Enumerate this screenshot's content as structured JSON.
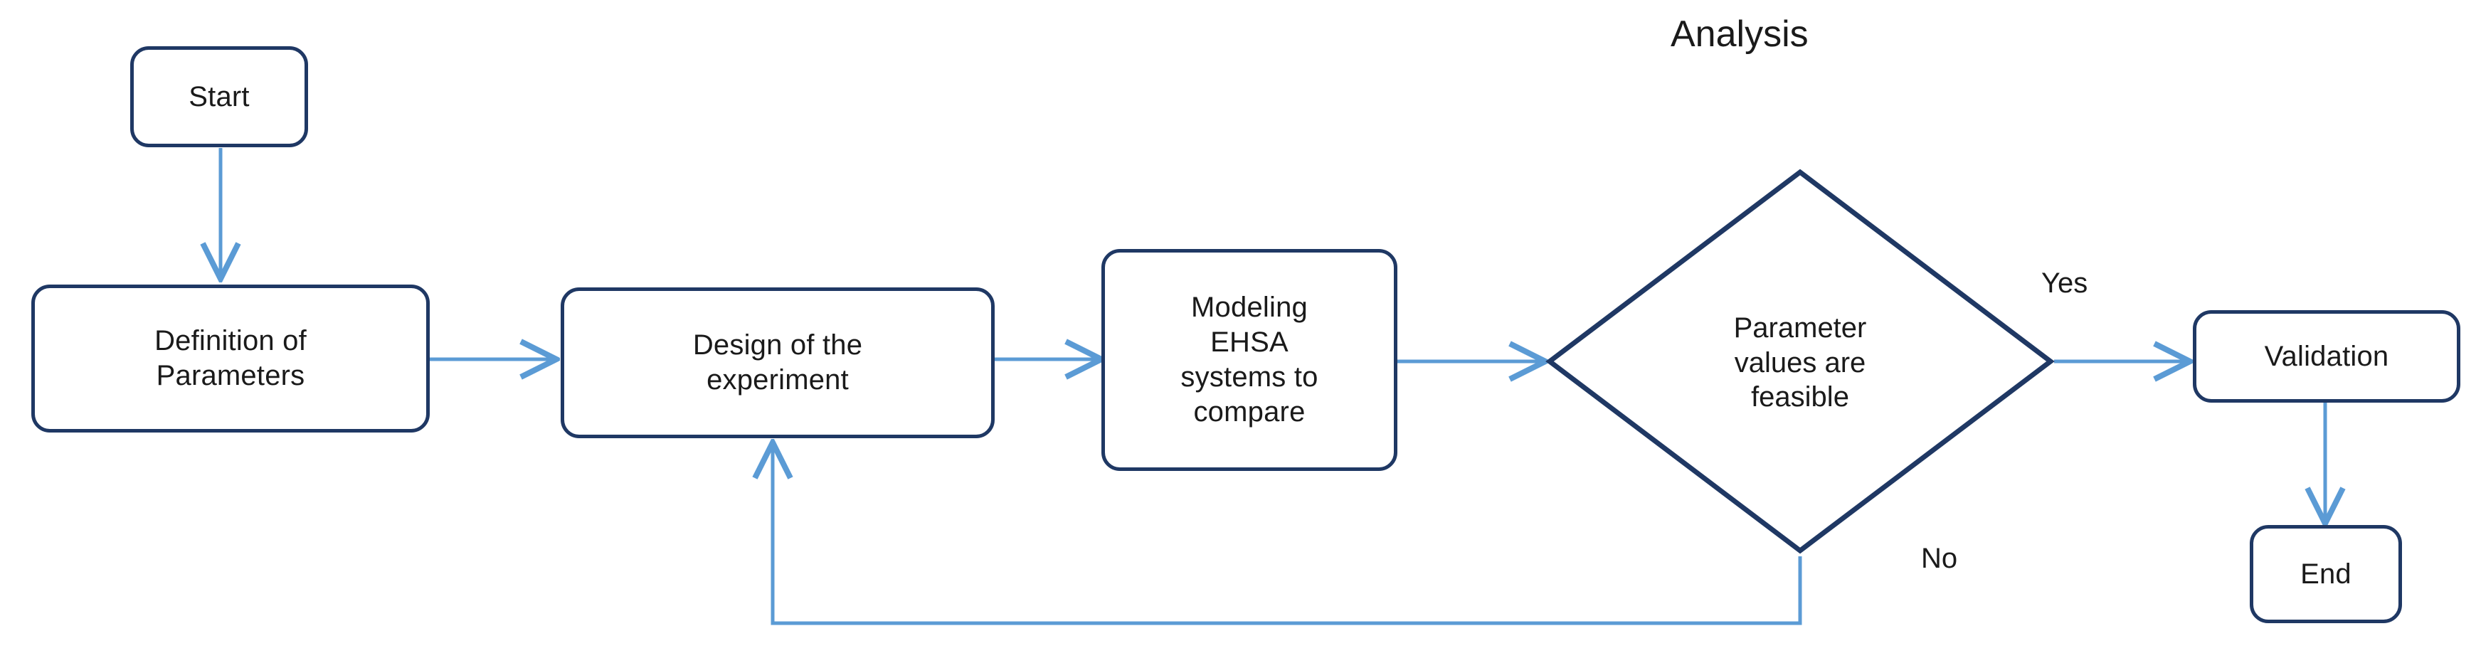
{
  "diagram": {
    "title": "Analysis",
    "colors": {
      "node_border": "#1F3864",
      "node_fill": "#FFFFFF",
      "connector": "#5B9BD5",
      "text": "#1A1A1A",
      "background": "#FFFFFF"
    },
    "nodes": [
      {
        "id": "start",
        "label": "Start",
        "shape": "rounded-rectangle"
      },
      {
        "id": "definition",
        "label": "Definition of\nParameters",
        "shape": "rounded-rectangle"
      },
      {
        "id": "design",
        "label": "Design of the\nexperiment",
        "shape": "rounded-rectangle"
      },
      {
        "id": "modeling",
        "label": "Modeling\nEHSA\nsystems to\ncompare",
        "shape": "rounded-rectangle"
      },
      {
        "id": "decision",
        "label": "Parameter\nvalues are\nfeasible",
        "shape": "diamond"
      },
      {
        "id": "validation",
        "label": "Validation",
        "shape": "rounded-rectangle"
      },
      {
        "id": "end",
        "label": "End",
        "shape": "rounded-rectangle"
      }
    ],
    "edges": [
      {
        "id": "e1",
        "from": "start",
        "to": "definition",
        "label": ""
      },
      {
        "id": "e2",
        "from": "definition",
        "to": "design",
        "label": ""
      },
      {
        "id": "e3",
        "from": "design",
        "to": "modeling",
        "label": ""
      },
      {
        "id": "e4",
        "from": "modeling",
        "to": "decision",
        "label": ""
      },
      {
        "id": "e5",
        "from": "decision",
        "to": "validation",
        "label": "Yes"
      },
      {
        "id": "e6",
        "from": "decision",
        "to": "design",
        "label": "No"
      },
      {
        "id": "e7",
        "from": "validation",
        "to": "end",
        "label": ""
      }
    ],
    "edge_labels": {
      "yes": "Yes",
      "no": "No"
    }
  }
}
